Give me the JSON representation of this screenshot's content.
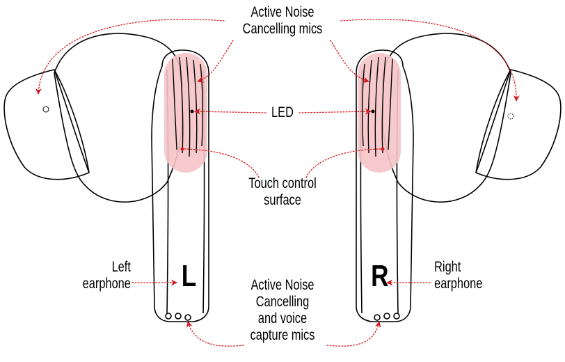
{
  "labels": {
    "anc_mics_top": [
      "Active Noise",
      "Cancelling mics"
    ],
    "led": "LED",
    "touch": [
      "Touch control",
      "surface"
    ],
    "left": [
      "Left",
      "earphone"
    ],
    "right": [
      "Right",
      "earphone"
    ],
    "anc_voice": [
      "Active Noise",
      "Cancelling",
      "and voice",
      "capture mics"
    ]
  },
  "side_letters": {
    "left": "L",
    "right": "R"
  },
  "colors": {
    "touch_fill": "#f5c4c6",
    "arrow": "#d41920",
    "outline": "#000000"
  }
}
